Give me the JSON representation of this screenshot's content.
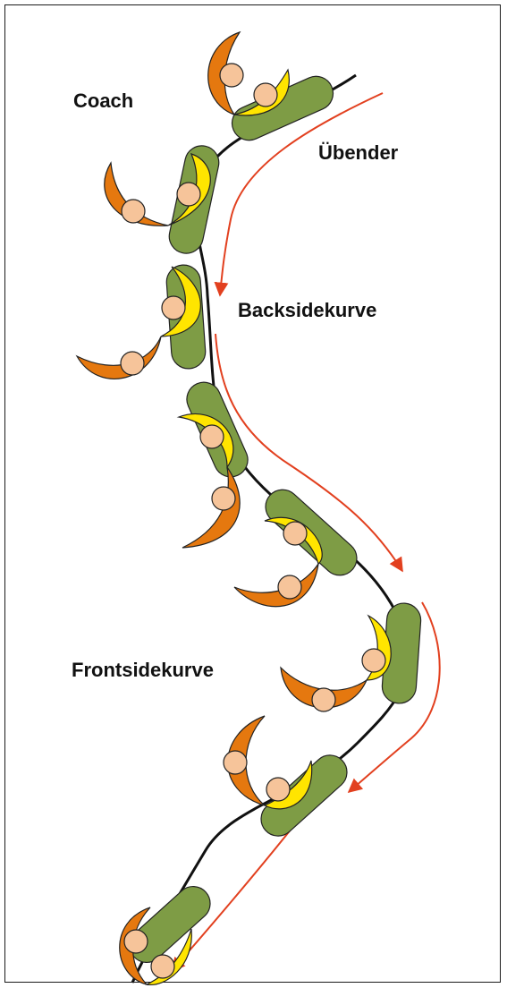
{
  "labels": {
    "coach": "Coach",
    "uebender": "Übender",
    "backside": "Backsidekurve",
    "frontside": "Frontsidekurve"
  },
  "colors": {
    "board": "#7e9c45",
    "coach_body": "#e5780f",
    "learner_body": "#ffe500",
    "head": "#f6c49a",
    "arrow": "#e2401f",
    "track": "#111111",
    "outline": "#222222"
  }
}
